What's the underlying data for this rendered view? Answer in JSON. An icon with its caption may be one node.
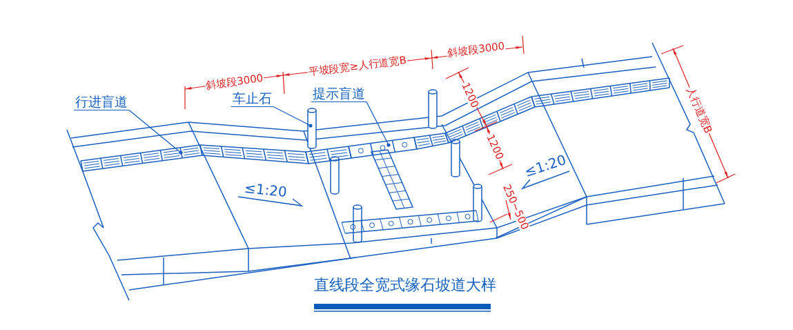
{
  "diagram": {
    "title": "直线段全宽式缘石坡道大样",
    "nodes": [
      {
        "text": [
          "行进盲道"
        ]
      },
      {
        "text": [
          "车止石"
        ]
      },
      {
        "text": [
          "提示盲道"
        ]
      }
    ],
    "edges": [
      {
        "from": 0,
        "to": null,
        "arrow": "other"
      },
      {
        "from": 1,
        "to": null,
        "arrow": "other"
      },
      {
        "from": 2,
        "to": null,
        "arrow": "other"
      }
    ],
    "labels": [
      "斜坡段3000",
      "平坡段宽≥人行道宽B",
      "斜坡段3000",
      "1200",
      "1200",
      "≤1:20",
      "250~500",
      "≤1:20",
      "人行道宽B"
    ]
  }
}
